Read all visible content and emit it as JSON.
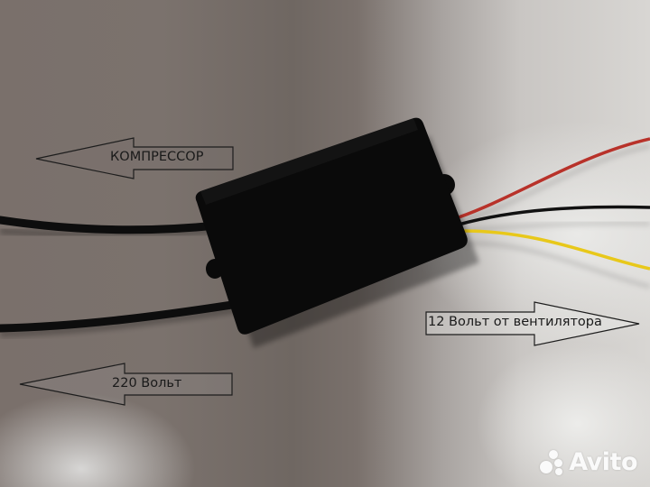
{
  "photo": {
    "subject": "black rectangular electronic module with cables",
    "background_colors": [
      "#7a706b",
      "#d8d6d3"
    ],
    "module_color": "#0a0a0a",
    "wire_colors": {
      "red": "#b8322a",
      "black": "#111111",
      "yellow": "#e8c81a"
    }
  },
  "annotations": {
    "compressor": {
      "text": "КОМПРЕССОР",
      "direction": "left"
    },
    "power_220": {
      "text": "220 Вольт",
      "direction": "left"
    },
    "fan_12v": {
      "text": "12 Вольт от вентилятора",
      "direction": "right"
    }
  },
  "watermark": {
    "text": "Avito"
  }
}
